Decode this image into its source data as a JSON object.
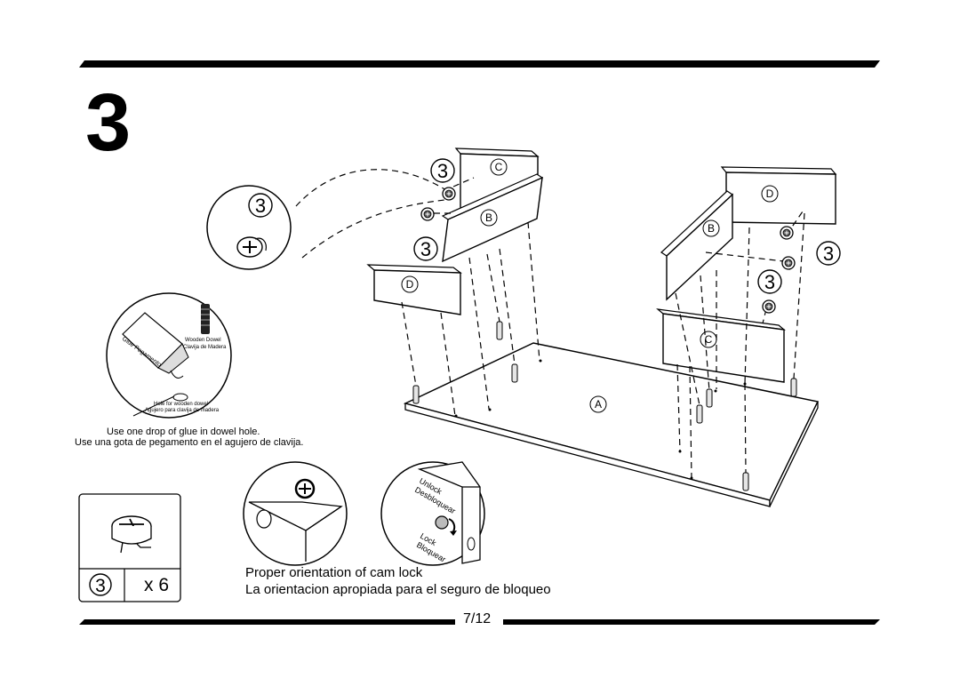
{
  "header": {
    "step_number": "3"
  },
  "parts": {
    "panel_a": "A",
    "panel_b": "B",
    "panel_c": "C",
    "panel_d": "D",
    "cam_lock_ref": "3"
  },
  "glue_callout": {
    "glue_bottle_label": "Glue Pegamento",
    "dowel_label_en": "Wooden Dowel",
    "dowel_label_es": "Clavija de Madera",
    "hole_label_en": "Hole for wooden dowel",
    "hole_label_es": "Agujero para clavija de madera",
    "instruction_en": "Use one drop of glue in dowel hole.",
    "instruction_es": "Use una gota de pegamento en el agujero de clavija."
  },
  "hardware_box": {
    "part_ref": "3",
    "quantity": "x 6"
  },
  "cam_lock_callout": {
    "unlock_en": "Unlock",
    "unlock_es": "Desbloquear",
    "lock_en": "Lock",
    "lock_es": "Bloquear",
    "caption_en": "Proper orientation of cam lock",
    "caption_es": "La orientacion apropiada para el seguro de bloqueo"
  },
  "footer": {
    "page": "7/12"
  }
}
